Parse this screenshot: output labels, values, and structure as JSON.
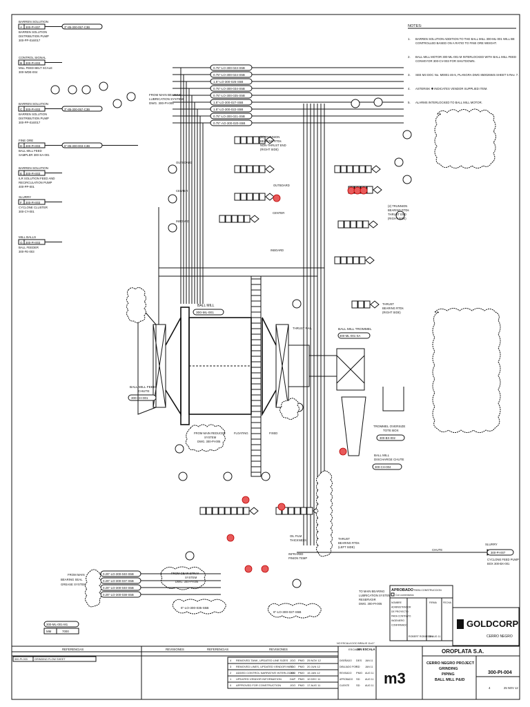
{
  "left_inputs": [
    {
      "letter": "A",
      "tag": "300-PI-007",
      "line": "3\"-85-300-057-C3B",
      "title": "BARREN SOLUTION",
      "lines": [
        "BARREN SOLUTION",
        "DISTRIBUTION PUMP",
        "300-PP-016/017"
      ]
    },
    {
      "letter": "B",
      "tag": "300-PI-003",
      "line": "",
      "title": "CONTROL SIGNAL",
      "lines": [
        "MILL FEED BELT SCALE",
        "300-WDE-004"
      ]
    },
    {
      "letter": "C",
      "tag": "300-PI-003",
      "line": "3\"-85-300-057-C3B",
      "title": "BARREN SOLUTION",
      "lines": [
        "BARREN SOLUTION",
        "DISTRIBUTION PUMP",
        "300-PP-016/017"
      ]
    },
    {
      "letter": "D",
      "tag": "300-PI-003",
      "line": "6\"-85-300-003-C3B",
      "title": "FINE ORE",
      "lines": [
        "BALL MILL FEED",
        "SAMPLER 300-SA-001"
      ]
    },
    {
      "letter": "E",
      "tag": "300-PI-003",
      "line": "",
      "title": "BARREN SOLUTION",
      "lines": [
        "ILR SOLUTION FEED AND",
        "RECIRCULATION PUMP",
        "400-PP-001"
      ]
    },
    {
      "letter": "F",
      "tag": "300-PI-003",
      "line": "",
      "title": "SLURRY",
      "lines": [
        "CYCLONE CLUSTER",
        "300-CY-001"
      ]
    },
    {
      "letter": "G",
      "tag": "300-PI-003",
      "line": "",
      "title": "MILL BALLS",
      "lines": [
        "BALL FEEDER",
        "300-FE-003"
      ]
    }
  ],
  "notes": {
    "heading": "NOTES:",
    "items": [
      {
        "n": "1.",
        "lines": [
          "BARREN SOLUTION ADDITION TO THE BALL MILL 300-ML-001 WILL BE",
          "CONTROLLED BASED ON A RATIO TO FINE ORE WEIGHT."
        ]
      },
      {
        "n": "2.",
        "lines": [
          "BALL MILL MOTOR 300-ML-001-M INTERLOCKED WITH BALL MILL FEED",
          "CONVEYOR 300-CV-003 FOR SHUTDOWN."
        ]
      },
      {
        "n": "3.",
        "lines": [
          "SEE M3 DOC No. M0001-46-5, PLANGRA DWG 850026945 SHEET 5 Rev. 7."
        ]
      },
      {
        "n": "4.",
        "lines": [
          "ASTERISK ✱ INDICATES VENDOR SUPPLIED ITEM."
        ]
      },
      {
        "n": "5.",
        "lines": [
          "ALARMS INTERLOCKED TO BALL MILL MOTOR."
        ]
      }
    ]
  },
  "lube_lines": [
    "0.75\"-LO-300-023-S5B",
    "0.75\"-LO-300-024-S5B",
    "1.5\"-LO-300-025-S5B",
    "0.75\"-LO-300-034-S5B",
    "0.75\"-LO-300-035-S5B",
    "1.5\"-LO-300-027-S5B",
    "1.5\"-LO-300-022-S5B",
    "0.75\"-LO-300-021-S5B",
    "0.75\"-AO-300-020-S5B"
  ],
  "lube_system": {
    "lines": [
      "FROM MAIN BEARING",
      "LUBRICATION SYSTEM",
      "DWG. 300-PI-005"
    ]
  },
  "labels": {
    "ball_mill": "BALL MILL",
    "ball_mill_tag": "300-ML-001",
    "feed_chute": [
      "BALL MILL FEED",
      "CHUTE"
    ],
    "feed_chute_tag": "300-CH-001",
    "trommel": "BALL MILL TROMMEL",
    "trommel_tag": "300-ML-001-SA",
    "tote": [
      "TROMMEL OVERSIZE",
      "TOTE BOX"
    ],
    "tote_tag": "300-BX-002",
    "discharge": [
      "BALL MILL",
      "DISCHARGE CHUTE"
    ],
    "discharge_tag": "300-CH-004",
    "trunnion_nd": [
      "(2) TRUNNION",
      "BEARING RTDs",
      "NON-THRUST END",
      "(RIGHT SIDE)"
    ],
    "trunnion_d": [
      "(2) TRUNNION",
      "BEARING RTDs",
      "THRUST END",
      "(RIGHT SIDE)"
    ],
    "thrust_right": [
      "THRUST",
      "BEARING RTDs",
      "(RIGHT SIDE)"
    ],
    "thrust_left": [
      "THRUST",
      "BEARING RTDs",
      "(LEFT SIDE)"
    ],
    "reducer": [
      "FROM MAIN REDUCER",
      "SYSTEM",
      "DWG. 300-PI-005"
    ],
    "gear_spray": [
      "FROM GEAR SPRAY",
      "SYSTEM",
      "DWG. 300-PI-006"
    ],
    "seal": [
      "FROM MAIN",
      "BEARING SEAL",
      "GREASE SYSTEM"
    ],
    "to_lube": [
      "TO MAIN BEARING",
      "LUBRICATION SYSTEM",
      "RESERVOIR",
      "DWG. 300-PI-005"
    ],
    "oil_film": [
      "OIL FILM",
      "THICKNESS"
    ],
    "pinion": [
      "INFRARED",
      "PINION TEMP"
    ],
    "outboard": "OUTBOARD",
    "center": "CENTER",
    "inboard": "INBOARD",
    "floating": "FLOATING",
    "fixed": "FIXED",
    "thrust_rail": "THRUST RAIL",
    "slurry": "SLURRY",
    "slurry_tag": "300-PI-007",
    "slurry_dest": [
      "CYCLONE FEED PUMP",
      "BOX 300-BX-001"
    ],
    "chute": "CHUTE",
    "mill_ref": "300-ML-001-M1",
    "mill_ref_label": "MM",
    "mill_ref_val": "7000",
    "bottom_line1": "6\"-LO-300-027-S5B",
    "bottom_line2": "6\"-LO-300-035-S5B",
    "scale_note": "NO ESCALA DOC BIRALIS 11x17"
  },
  "seal_lines": [
    "0.25\"-LO-300-040-S5B",
    "0.25\"-LO-300-037-S5B",
    "0.25\"-LO-300-040-S5B",
    "0.25\"-LO-300-038-S5B"
  ],
  "approval": {
    "title": "APROBADO",
    "subtitle": "PARA CONSTRUCCION",
    "check": "Con comentarios",
    "rows": [
      "NOMBRE",
      "ADMINISTRADOR",
      "DE PROYECTO",
      "PARA CONTRATO",
      "INGENIERO",
      "CONFIRMADO"
    ],
    "name": "ROBERT ROBINSON",
    "sign": "28 AUG 11",
    "cols": [
      "FIRMA",
      "FECHA"
    ]
  },
  "company": {
    "logo": "GOLDCORP",
    "sub": "CERRO NEGRO",
    "client": "OROPLATA S.A.",
    "project": "CERRO NEGRO PROJECT",
    "area": "GRINDING",
    "discipline": "PIPING",
    "title": "BALL MILL P&ID",
    "dwg": "300-PI-004",
    "rev": "4",
    "date": "25 NOV 12",
    "m3": "m3"
  },
  "references": {
    "heading": "REFERENCIAS",
    "dwg": "300-PI-003",
    "title": "GRINDING FLOW SHEET"
  },
  "revisions": {
    "heading": "REVISIONES",
    "rows": [
      {
        "rev": "4",
        "desc": "REMOVED TANK, UPDATED LINE SIZES",
        "by": "JGO",
        "chk": "PMO",
        "date": "25 NOV 12"
      },
      {
        "rev": "3",
        "desc": "REMOVED LINES, UPDATED VENDOR INFO",
        "by": "JGO",
        "chk": "PMO",
        "date": "20 JUN 12"
      },
      {
        "rev": "2",
        "desc": "ADDED CONTROL NARRATIVE INTERLOCKS",
        "by": "JGO",
        "chk": "PMO",
        "date": "15 JAN 12"
      },
      {
        "rev": "1",
        "desc": "UPDATED VENDOR INFORMATION",
        "by": "DAP",
        "chk": "PMO",
        "date": "10 DEC 11"
      },
      {
        "rev": "0",
        "desc": "APPROVED FOR CONSTRUCTION",
        "by": "JGO",
        "chk": "PMO",
        "date": "17 AUG 11"
      }
    ]
  },
  "scale": {
    "label": "ESCALA",
    "value": "SIN ESCALA",
    "people": [
      {
        "role": "DISEÑADO",
        "name": "DES",
        "date": "JAN 11"
      },
      {
        "role": "DIBUJADO POR",
        "name": "SD",
        "date": "JAN 11"
      },
      {
        "role": "REVISADO",
        "name": "PMO",
        "date": "AUG 11"
      },
      {
        "role": "APROBADO",
        "name": "SD",
        "date": "AUG 11"
      },
      {
        "role": "CLIENTE",
        "name": "SD",
        "date": "AUG 11"
      }
    ]
  }
}
